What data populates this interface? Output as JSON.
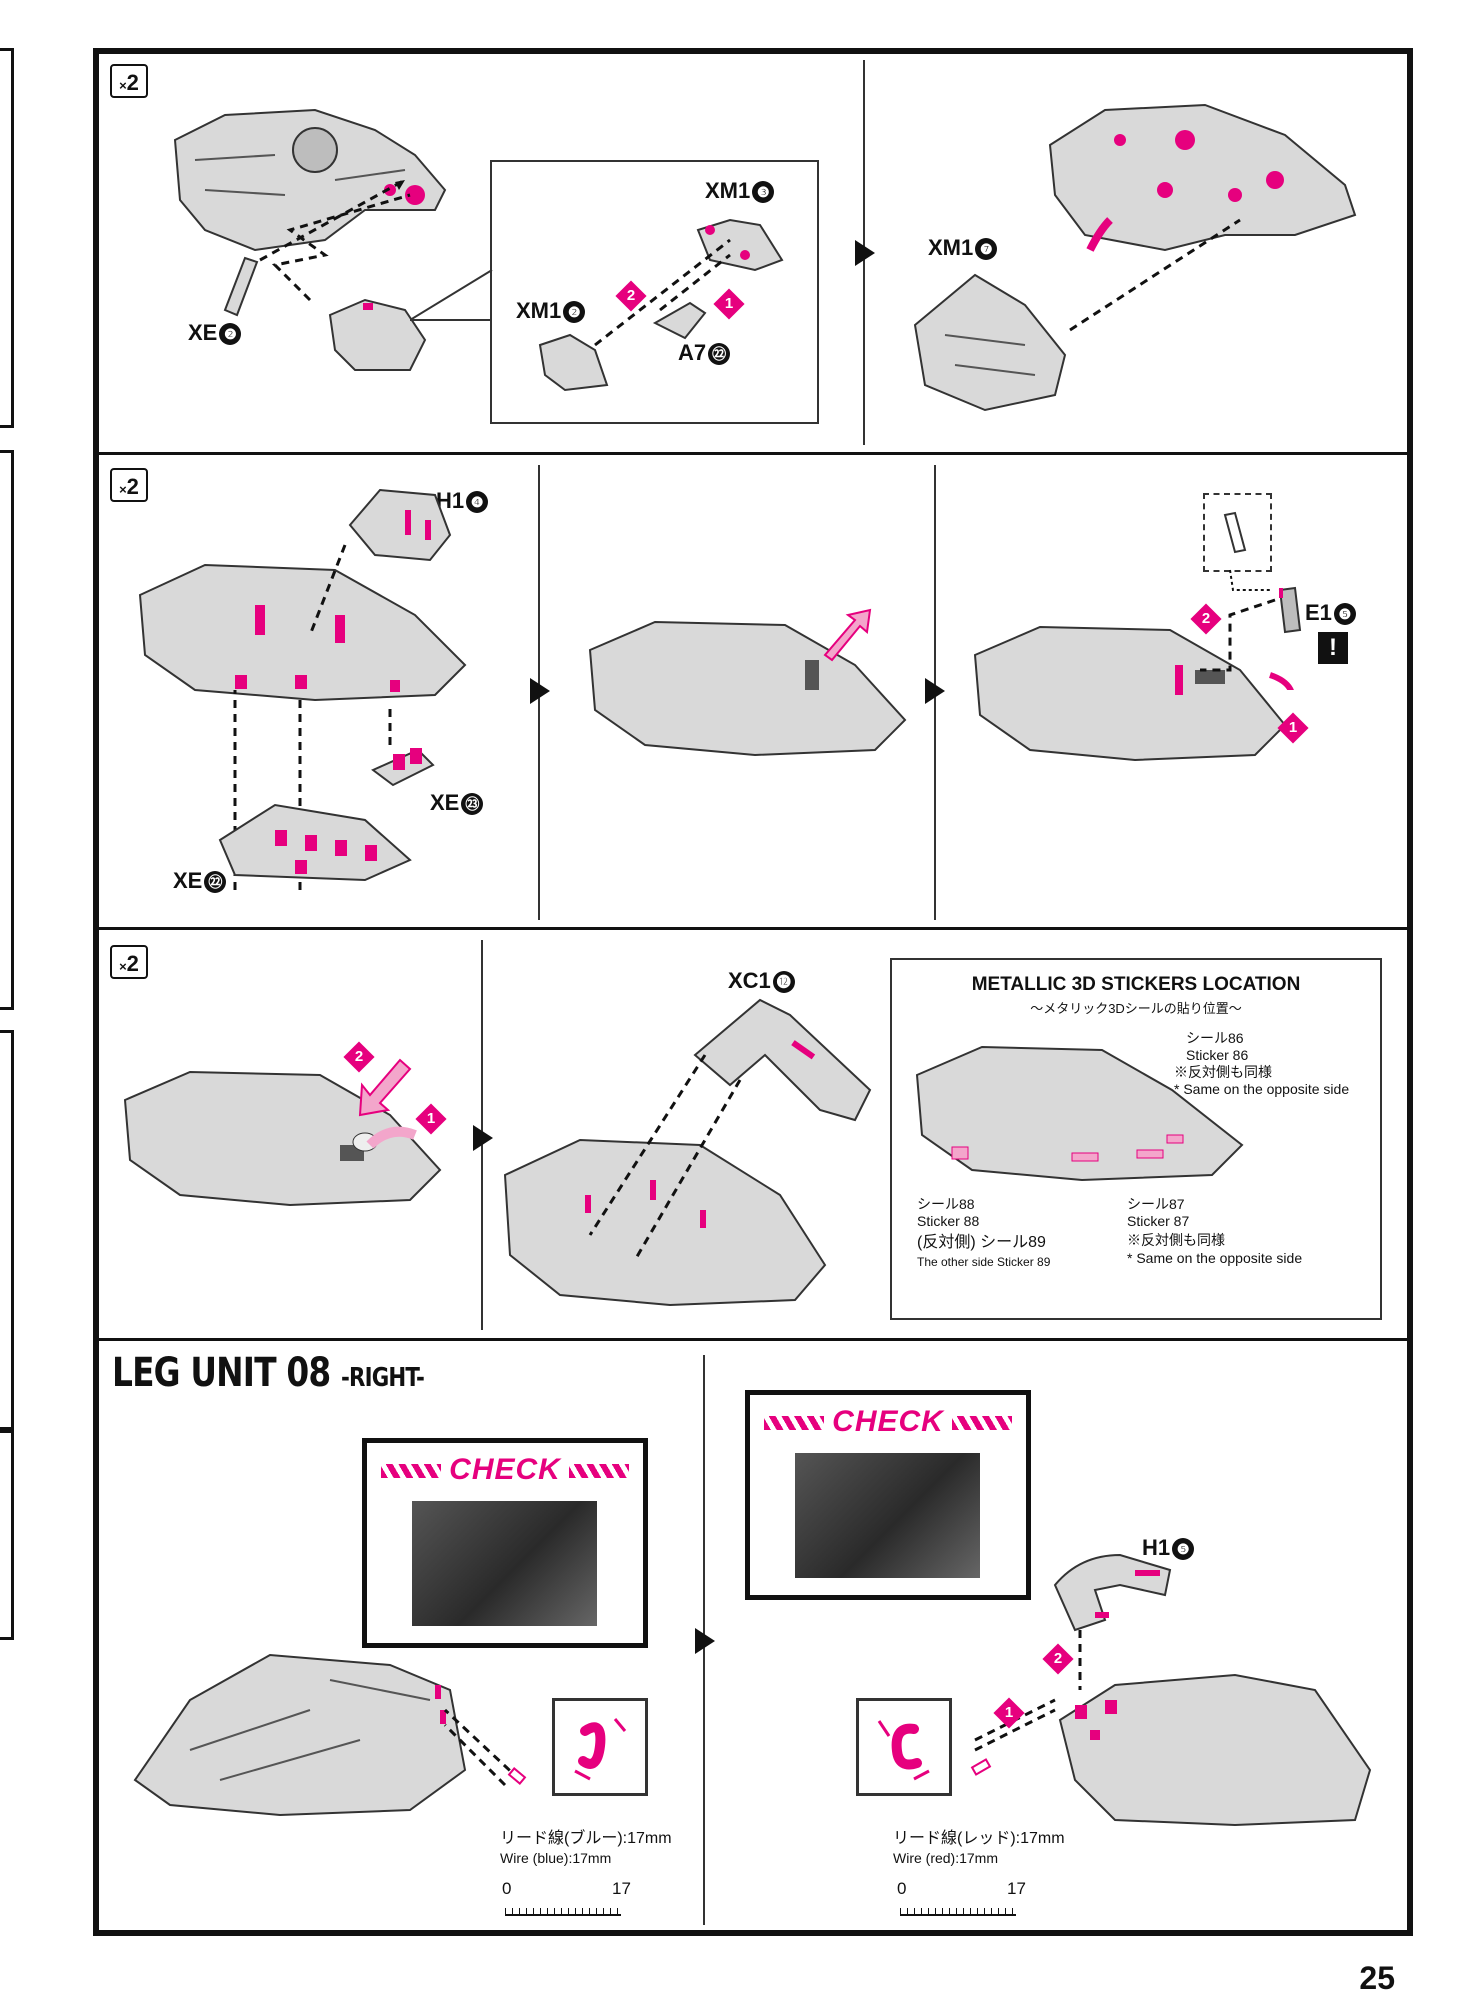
{
  "page_number": "25",
  "step1": {
    "multiplier": "×2",
    "parts": {
      "xe2": "XE",
      "xm13": "XM1",
      "xm12": "XM1",
      "a722": "A7",
      "xm17": "XM1"
    },
    "nums": {
      "xe2": "❷",
      "xm13": "❸",
      "xm12": "❷",
      "a722": "㉒",
      "xm17": "❼"
    },
    "order": [
      "1",
      "2"
    ]
  },
  "step2": {
    "multiplier": "×2",
    "parts": {
      "h14": "H1",
      "xe23": "XE",
      "xe22": "XE",
      "e15": "E1"
    },
    "nums": {
      "h14": "❹",
      "xe23": "㉓",
      "xe22": "㉒",
      "e15": "❺"
    },
    "caution": "!",
    "order": [
      "1",
      "2"
    ]
  },
  "step3": {
    "multiplier": "×2",
    "parts": {
      "xc112": "XC1"
    },
    "nums": {
      "xc112": "⓬"
    },
    "order": [
      "1",
      "2"
    ]
  },
  "stickers": {
    "title": "METALLIC 3D STICKERS LOCATION",
    "subtitle": "～メタリック3Dシールの貼り位置～",
    "s86_jp": "シール86",
    "s86_en": "Sticker 86",
    "s86_note_jp": "※反対側も同様",
    "s86_note_en": "* Same on the opposite side",
    "s88_jp": "シール88",
    "s88_en": "Sticker 88",
    "s89_jp": "(反対側) シール89",
    "s89_en": "The other side  Sticker 89",
    "s87_jp": "シール87",
    "s87_en": "Sticker 87",
    "s87_note_jp": "※反対側も同様",
    "s87_note_en": "* Same on the opposite side"
  },
  "leg_unit": {
    "title": "LEG UNIT 08",
    "subtitle": "-RIGHT-",
    "check_label": "CHECK",
    "check_label2": "CHECK",
    "wire_blue_jp": "リード線(ブルー):17mm",
    "wire_blue_en": "Wire (blue):17mm",
    "wire_red_jp": "リード線(レッド):17mm",
    "wire_red_en": "Wire (red):17mm",
    "ruler_start": "0",
    "ruler_end": "17",
    "ruler2_start": "0",
    "ruler2_end": "17",
    "h15": "H1",
    "h15_num": "❺",
    "order": [
      "1",
      "2"
    ]
  },
  "colors": {
    "accent": "#e6007e",
    "line": "#111111",
    "part_gray": "#d9d9d9"
  }
}
